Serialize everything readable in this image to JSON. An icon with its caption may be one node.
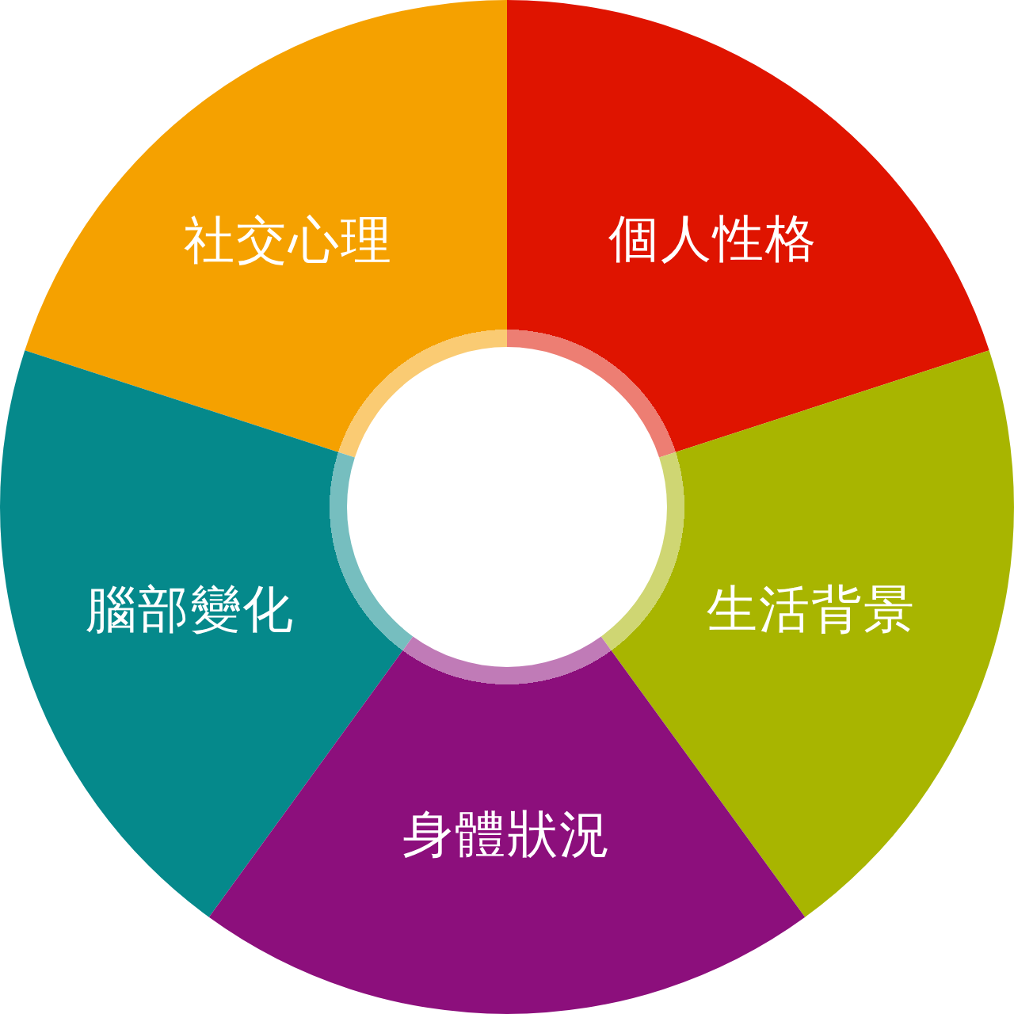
{
  "diagram": {
    "nodes": [
      {
        "text": [
          "社交心理"
        ]
      },
      {
        "text": [
          "個人性格"
        ]
      },
      {
        "text": [
          "腦部變化"
        ]
      },
      {
        "text": [
          "生活背景"
        ]
      },
      {
        "text": [
          "身體狀況"
        ]
      }
    ]
  }
}
